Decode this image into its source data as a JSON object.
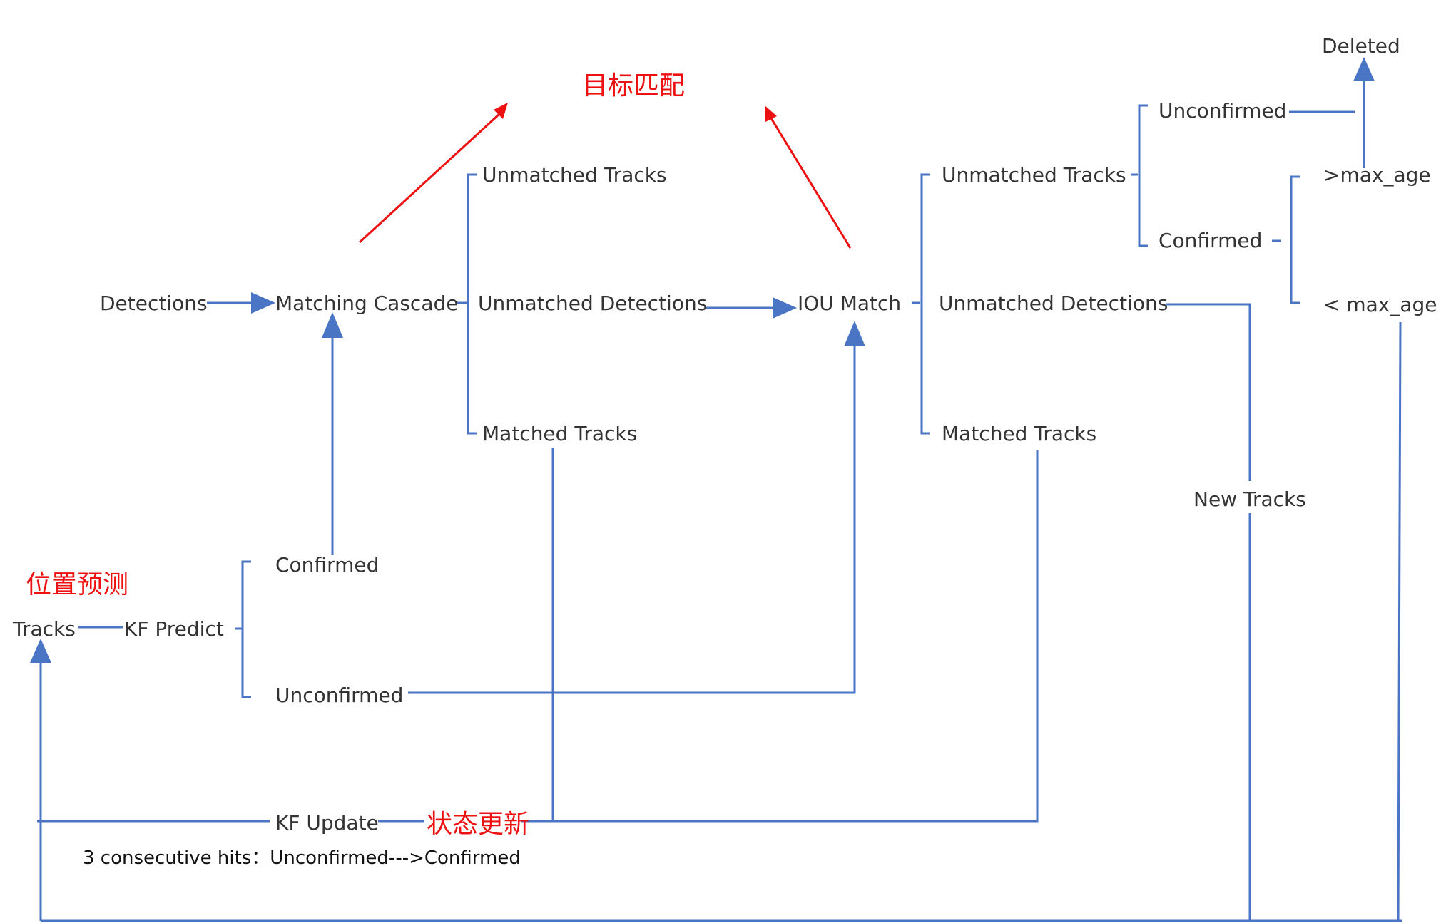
{
  "labels": {
    "detections": "Detections",
    "matching_cascade": "Matching Cascade",
    "unmatched_tracks_1": "Unmatched Tracks",
    "unmatched_detections_1": "Unmatched Detections",
    "matched_tracks_1": "Matched Tracks",
    "iou_match": "IOU Match",
    "unmatched_tracks_2": "Unmatched Tracks",
    "unmatched_detections_2": "Unmatched Detections",
    "matched_tracks_2": "Matched Tracks",
    "unconfirmed_top": "Unconfirmed",
    "confirmed_top": "Confirmed",
    "deleted": "Deleted",
    "gt_max_age": ">max_age",
    "lt_max_age": "< max_age",
    "new_tracks": "New Tracks",
    "tracks": "Tracks",
    "kf_predict": "KF Predict",
    "confirmed_bottom": "Confirmed",
    "unconfirmed_bottom": "Unconfirmed",
    "kf_update": "KF Update",
    "consecutive_hits_note": "3 consecutive hits：Unconfirmed--->Confirmed"
  },
  "annotations": {
    "target_matching": "目标匹配",
    "position_prediction": "位置预测",
    "state_update": "状态更新"
  },
  "colors": {
    "connector": "#4a74c4",
    "annotation": "#ee1111",
    "text": "#333333"
  }
}
